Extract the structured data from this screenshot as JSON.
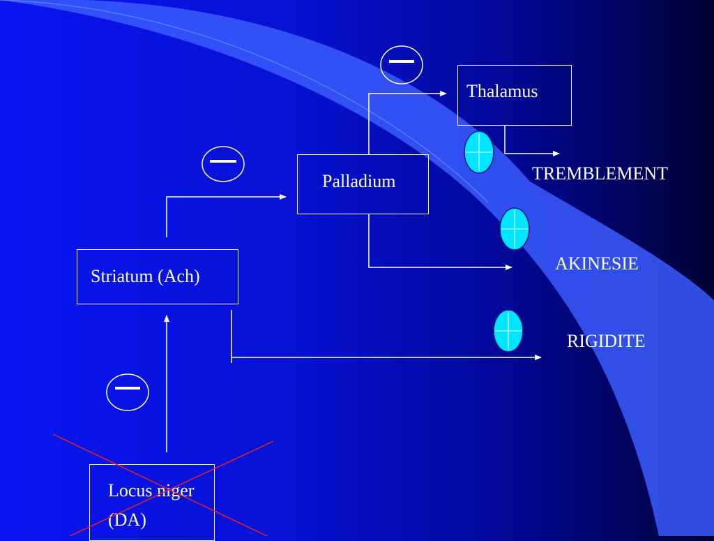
{
  "colors": {
    "background_left": "#0a14f2",
    "background_right": "#010136",
    "swoosh": "#3355ff",
    "text": "#ffffff",
    "plus_badge": "#00e5ff",
    "cross_mark": "#e52222"
  },
  "nodes": {
    "thalamus": "Thalamus",
    "palladium": "Palladium",
    "striatum": "Striatum (Ach)",
    "locus_line1": "Locus niger",
    "locus_line2": "(DA)"
  },
  "outcomes": {
    "tremblement": "TREMBLEMENT",
    "akinesie": "AKINESIE",
    "rigidite": "RIGIDITE"
  },
  "badges": {
    "inhibition_icon": "minus-circle-icon",
    "activation_icon": "plus-circle-icon"
  }
}
